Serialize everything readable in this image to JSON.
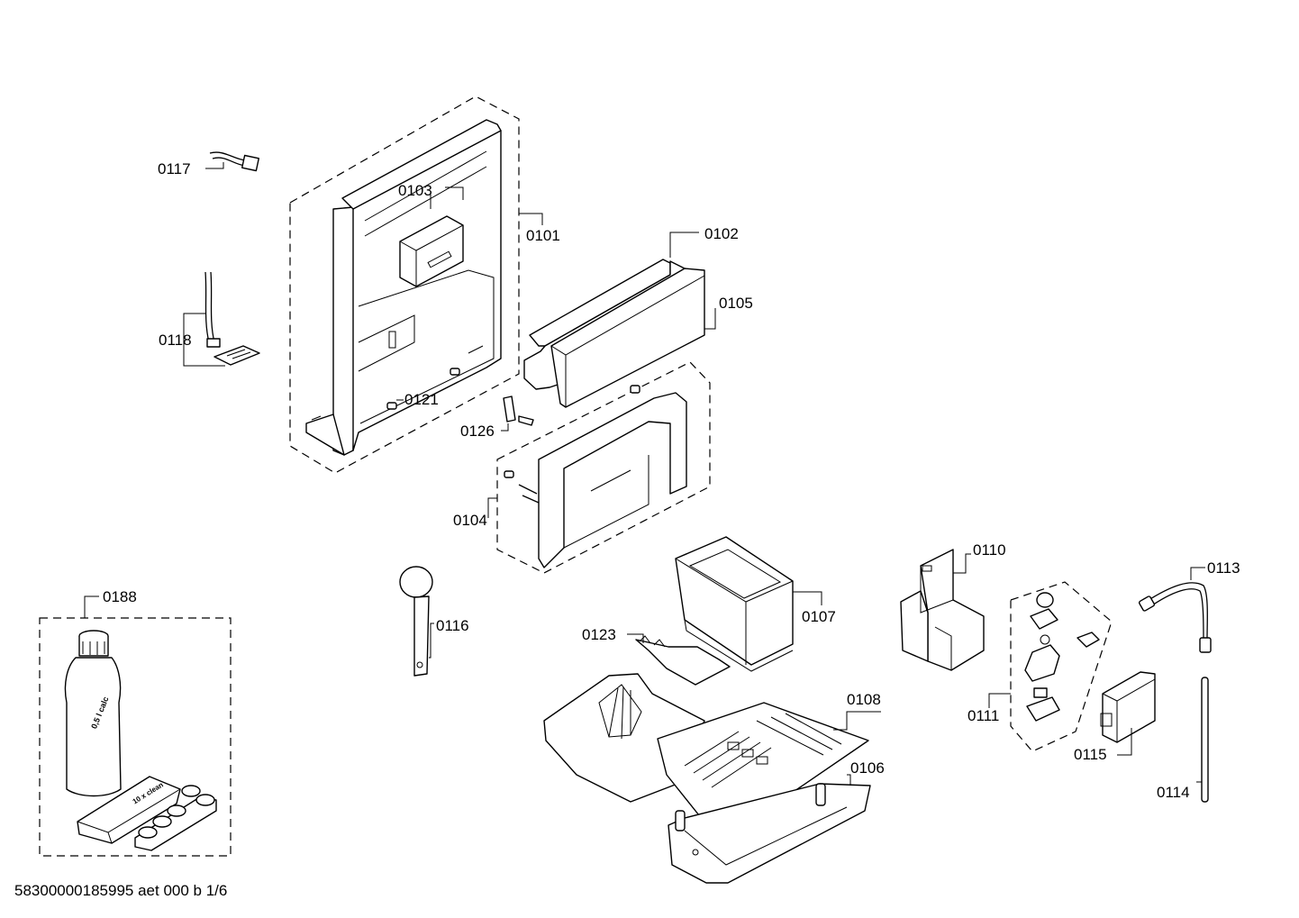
{
  "diagram": {
    "labels": {
      "p0101": "0101",
      "p0102": "0102",
      "p0103": "0103",
      "p0104": "0104",
      "p0105": "0105",
      "p0106": "0106",
      "p0107": "0107",
      "p0108": "0108",
      "p0110": "0110",
      "p0111": "0111",
      "p0113": "0113",
      "p0114": "0114",
      "p0115": "0115",
      "p0116": "0116",
      "p0117": "0117",
      "p0118": "0118",
      "p0121": "0121",
      "p0123": "0123",
      "p0126": "0126",
      "p0188": "0188"
    },
    "printed_text": {
      "bottle_label": "0,5 l calc",
      "card_label": "10 x clean"
    },
    "footer_code": "58300000185995 aet 000 b 1/6"
  }
}
